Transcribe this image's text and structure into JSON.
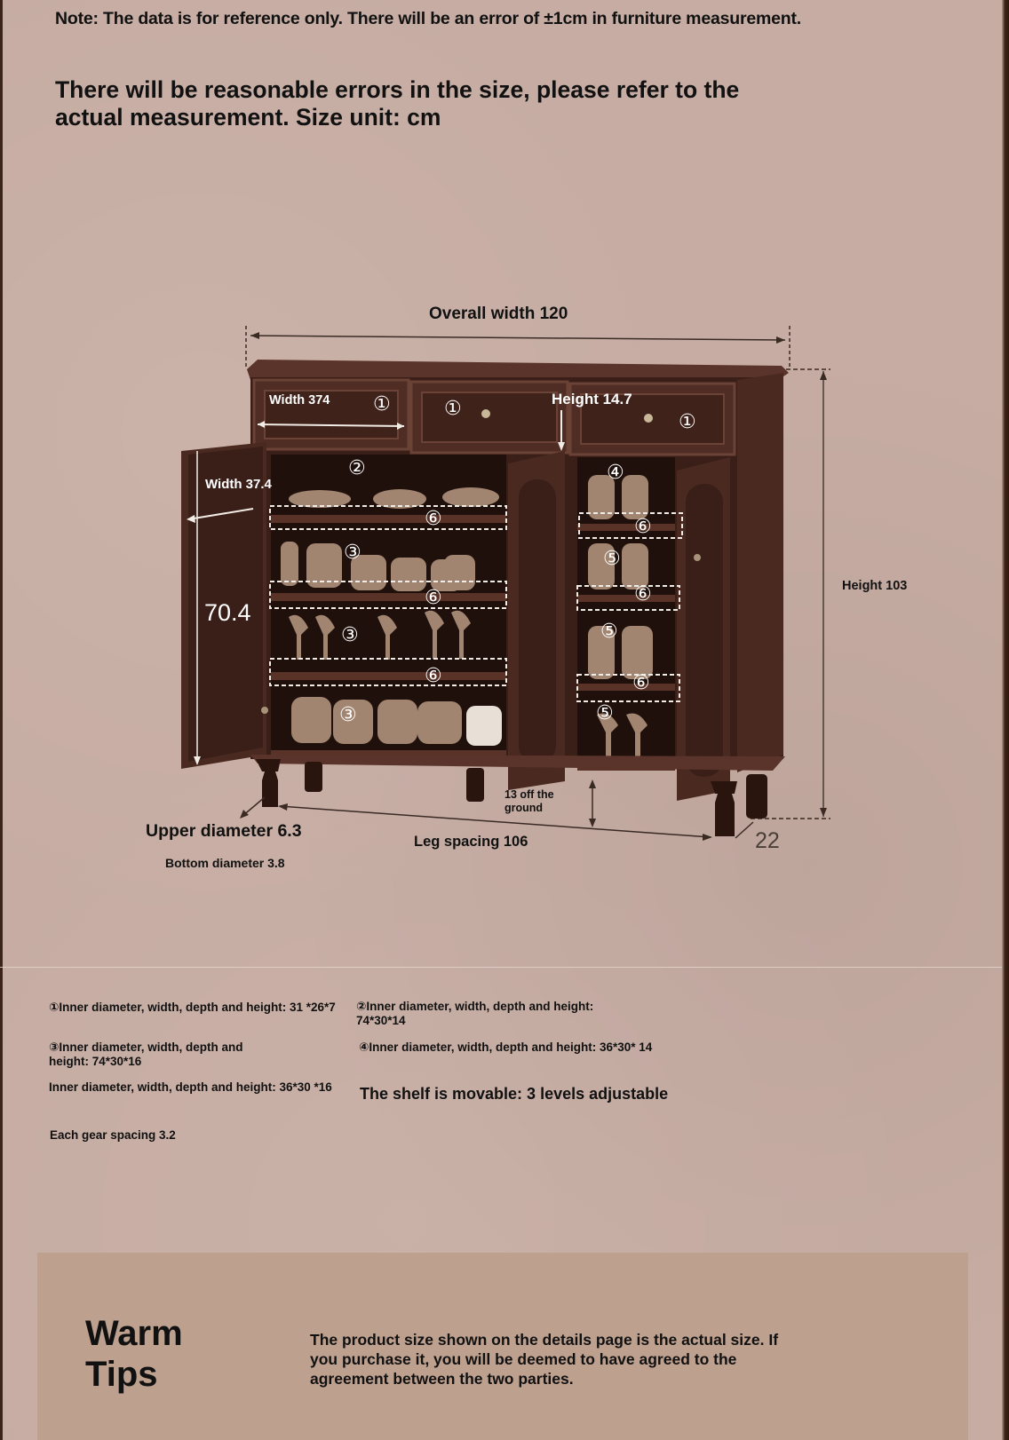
{
  "header": {
    "note": "Note: The data is for reference only. There will be an error of ±1cm in furniture measurement.",
    "heading": "There will be reasonable errors in the size, please refer to the actual measurement. Size unit: cm"
  },
  "diagram": {
    "overall_width": "Overall width 120",
    "drawer_width": "Width 374",
    "drawer_height": "Height 14.7",
    "door_width": "Width 37.4",
    "inner_height": "70.4",
    "total_height": "Height 103",
    "off_ground": "13 off the ground",
    "leg_spacing": "Leg spacing 106",
    "depth": "22",
    "upper_diameter": "Upper diameter 6.3",
    "bottom_diameter": "Bottom diameter 3.8",
    "markers": [
      "①",
      "②",
      "③",
      "④",
      "⑤",
      "⑥"
    ]
  },
  "specs": {
    "item1": "①Inner diameter, width, depth and height: 31 *26*7",
    "item2": "②Inner diameter, width, depth and height: 74*30*14",
    "item3": "③Inner diameter, width, depth and height: 74*30*16",
    "item4": "④Inner diameter, width, depth and height: 36*30* 14",
    "item5": "Inner diameter, width, depth and height: 36*30 *16",
    "shelf": "The shelf is movable: 3 levels adjustable",
    "gear": "Each gear spacing 3.2"
  },
  "tips": {
    "title_line1": "Warm",
    "title_line2": "Tips",
    "body": "The product size shown on the details page is the actual size. If you purchase it, you will be deemed to have agreed to the agreement between the two parties."
  },
  "colors": {
    "background": "#c6aca2",
    "tips_box": "#bea08f",
    "wood_dark": "#3a1f18",
    "wood_mid": "#4f2d24"
  }
}
